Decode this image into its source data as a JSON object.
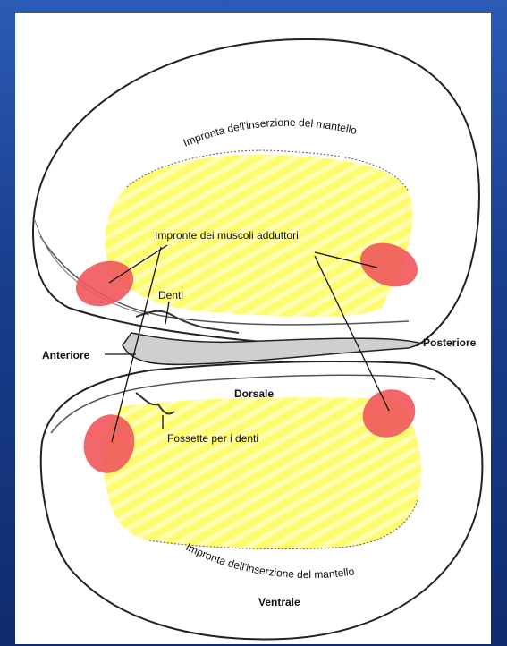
{
  "labels": {
    "mantle_top": "Impronta dell'inserzione del mantello",
    "mantle_bottom": "Impronta dell'inserzione del mantello",
    "adductors": "Impronte dei muscoli adduttori",
    "teeth": "Denti",
    "anterior": "Anteriore",
    "posterior": "Posteriore",
    "dorsal": "Dorsale",
    "sockets": "Fossette per i denti",
    "ventral": "Ventrale"
  },
  "colors": {
    "background": "#1a3f8f",
    "shell_fill": "#ffffff",
    "shell_outline": "#222222",
    "interior_fill": "#fffb7a",
    "muscle_scar": "#f0565a"
  }
}
